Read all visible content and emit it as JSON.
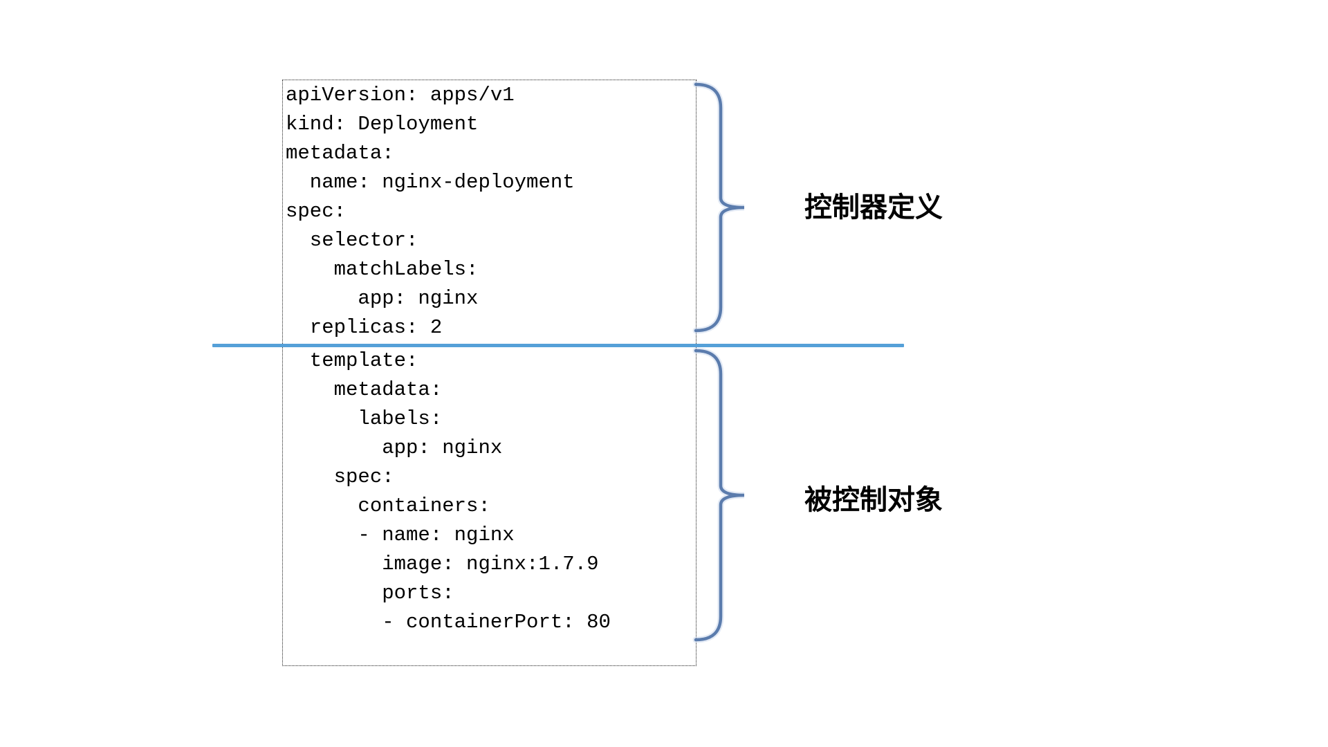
{
  "diagram": {
    "description": "Kubernetes Deployment YAML split into controller definition and controlled object sections",
    "colors": {
      "background": "#ffffff",
      "yaml_text": "#000000",
      "box_border": "#1a1a1a",
      "divider_line": "#55a0d8",
      "brace_stroke": "#5b7cad",
      "brace_halo": "#ccd9ec",
      "label_text": "#000000"
    },
    "yaml_box": {
      "sections": [
        {
          "id": "controller-definition",
          "lines": [
            "apiVersion: apps/v1",
            "kind: Deployment",
            "metadata:",
            "  name: nginx-deployment",
            "spec:",
            "  selector:",
            "    matchLabels:",
            "      app: nginx",
            "  replicas: 2"
          ]
        },
        {
          "id": "controlled-object",
          "lines": [
            "  template:",
            "    metadata:",
            "      labels:",
            "        app: nginx",
            "    spec:",
            "      containers:",
            "      - name: nginx",
            "        image: nginx:1.7.9",
            "        ports:",
            "        - containerPort: 80"
          ]
        }
      ]
    },
    "labels": [
      {
        "text": "控制器定义"
      },
      {
        "text": "被控制对象"
      }
    ]
  }
}
